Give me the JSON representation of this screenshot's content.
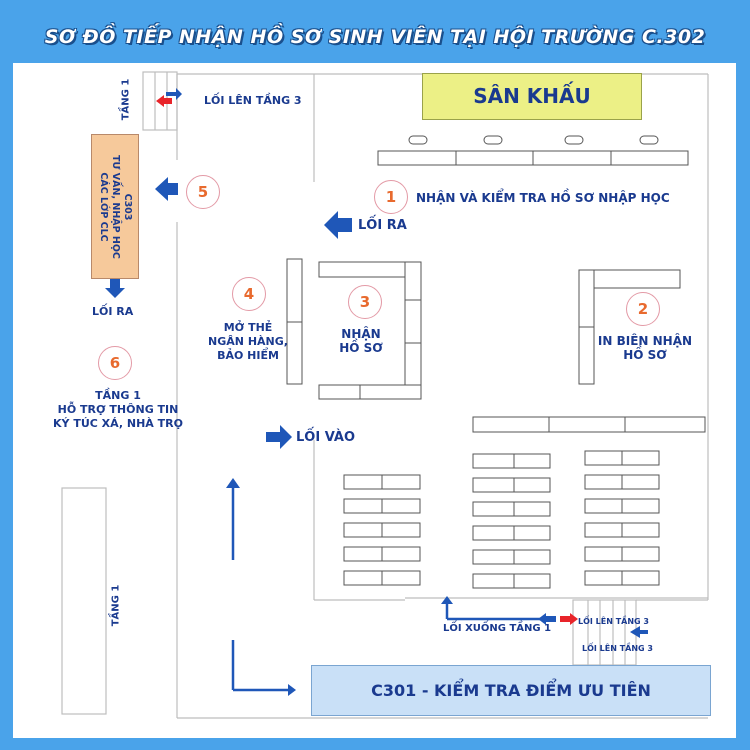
{
  "title": "SƠ ĐỒ TIẾP NHẬN HỒ SƠ SINH VIÊN TẠI HỘI TRƯỜNG C.302",
  "stage": "SÂN KHẤU",
  "stations": [
    {
      "number": "1",
      "label": "NHẬN VÀ KIỂM TRA HỒ SƠ NHẬP HỌC"
    },
    {
      "number": "2",
      "label_line1": "IN BIÊN NHẬN",
      "label_line2": "HỒ SƠ"
    },
    {
      "number": "3",
      "label_line1": "NHẬN",
      "label_line2": "HỒ SƠ"
    },
    {
      "number": "4",
      "label_line1": "MỞ THẺ",
      "label_line2": "NGÂN HÀNG,",
      "label_line3": "BẢO HIỂM"
    },
    {
      "number": "5"
    },
    {
      "number": "6",
      "label_line1": "TẦNG 1",
      "label_line2": "HỖ TRỢ THÔNG TIN",
      "label_line3": "KÝ TÚC XÁ, NHÀ TRỌ"
    }
  ],
  "c303": {
    "line1": "C303",
    "line2": "TƯ VẤN, NHẬP HỌC",
    "line3": "CÁC LỚP CLC"
  },
  "c301": "C301 - KIỂM TRA ĐIỂM ƯU TIÊN",
  "labels": {
    "exit_main": "LỐI RA",
    "exit_left": "LỐI RA",
    "entrance": "LỐI VÀO",
    "up_floor3_top": "LỐI LÊN TẦNG 3",
    "floor1_top": "TẦNG 1",
    "floor1_bottom": "TẦNG 1",
    "down_floor1": "LỐI XUỐNG TẦNG 1",
    "up_floor3_a": "LỐI LÊN TẦNG 3",
    "up_floor3_b": "LỐI LÊN TẦNG 3"
  },
  "colors": {
    "background": "#4aa3ea",
    "text": "#1a3a8f",
    "arrow": "#1f57b8",
    "red_arrow": "#e8242a",
    "stage": "#ecf086",
    "c303": "#f6c99b",
    "c301": "#c9e0f7",
    "number": "#e86a2e"
  }
}
